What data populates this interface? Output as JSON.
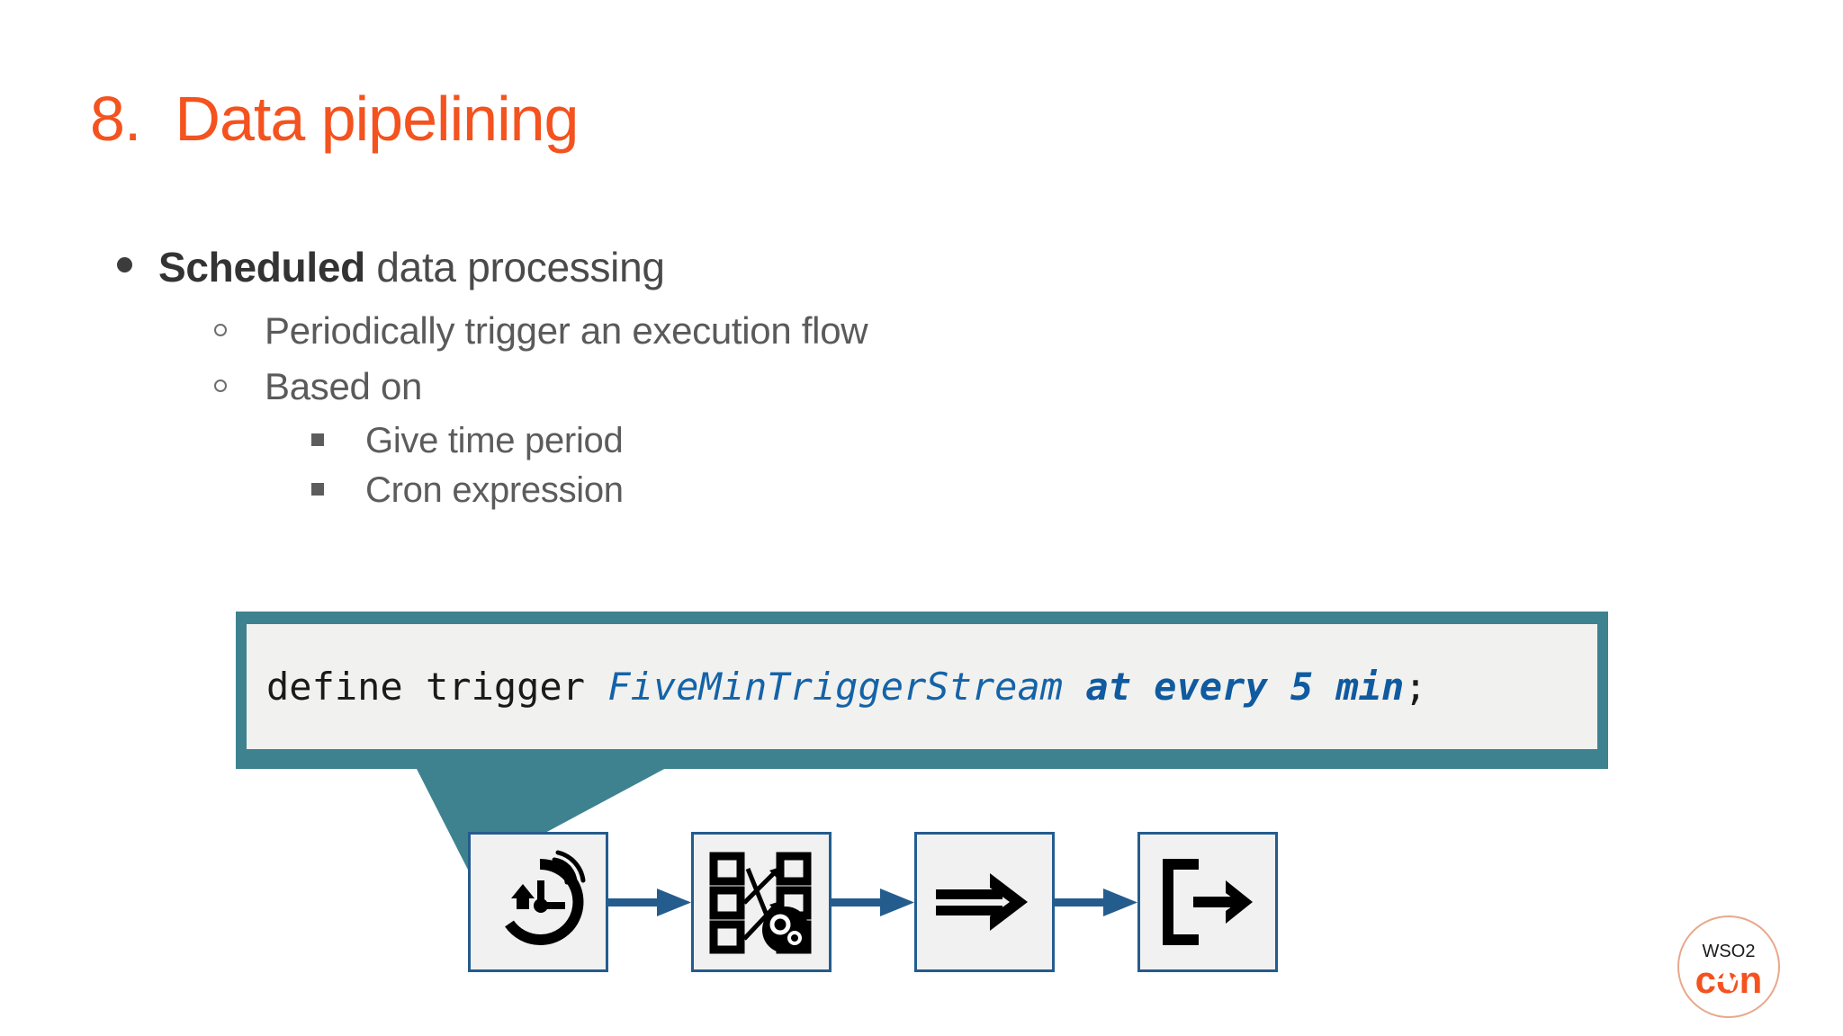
{
  "slide": {
    "title": {
      "number": "8.",
      "text": "Data pipelining",
      "color": "#F4521E"
    },
    "bullets": {
      "level1": {
        "bold_lead": "Scheduled",
        "rest": " data processing",
        "marker": "filled-disc"
      },
      "level2": [
        {
          "text": "Periodically trigger an execution flow",
          "marker": "hollow-circle"
        },
        {
          "text": "Based on",
          "marker": "hollow-circle"
        }
      ],
      "level3": [
        {
          "text": "Give time period",
          "marker": "filled-square"
        },
        {
          "text": "Cron expression",
          "marker": "filled-square"
        }
      ]
    },
    "code_callout": {
      "border_color": "#3E8290",
      "panel_color": "#F1F1EF",
      "tokens": [
        {
          "text": "define trigger ",
          "style": "plain"
        },
        {
          "text": "FiveMinTriggerStream",
          "style": "identifier"
        },
        {
          "text": " ",
          "style": "plain"
        },
        {
          "text": "at every 5 min",
          "style": "keyword"
        },
        {
          "text": ";",
          "style": "plain"
        }
      ],
      "full_text": "define trigger FiveMinTriggerStream at every 5 min;",
      "identifier_color": "#1463A8",
      "keyword_color": "#0F5AA0"
    },
    "flow": {
      "border_color": "#245C8E",
      "fill_color": "#F1F1F1",
      "arrow_color": "#245C8E",
      "nodes": [
        {
          "icon": "scheduled-clock-trigger-icon",
          "label": ""
        },
        {
          "icon": "mapping-transform-gears-icon",
          "label": ""
        },
        {
          "icon": "double-arrow-stream-icon",
          "label": ""
        },
        {
          "icon": "bracket-arrow-sink-icon",
          "label": ""
        }
      ]
    },
    "logo": {
      "top_text": "WSO2",
      "bottom_text": "con",
      "accent_color": "#F4521E",
      "top_text_color": "#1A1A1A"
    }
  }
}
